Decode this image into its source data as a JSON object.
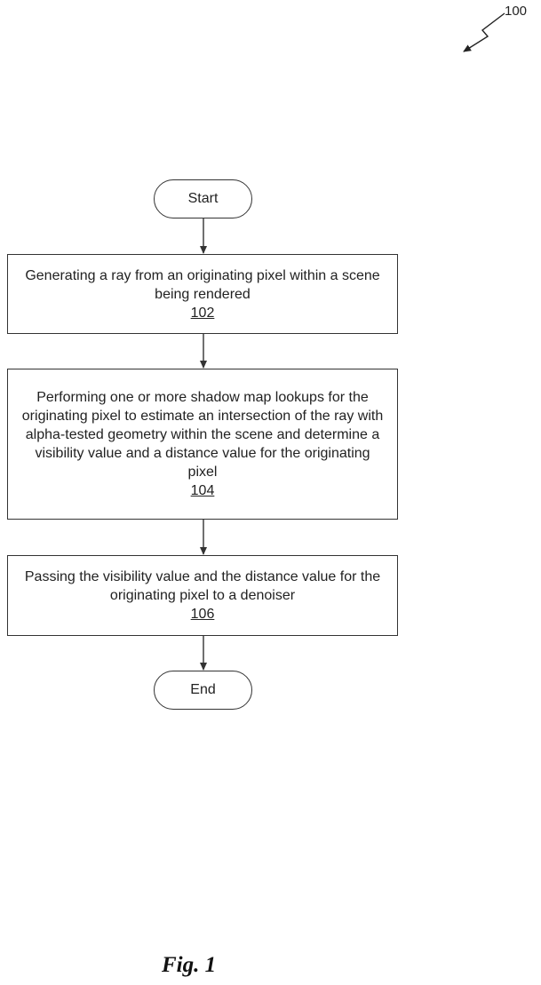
{
  "figure": {
    "reference_numeral": "100",
    "caption": "Fig. 1"
  },
  "flowchart": {
    "start_label": "Start",
    "end_label": "End",
    "steps": [
      {
        "text": "Generating a ray from an originating pixel within a scene being rendered",
        "number": "102"
      },
      {
        "text": "Performing one or more shadow map lookups for the originating pixel to estimate an intersection of the ray with alpha-tested geometry within the scene and determine a visibility value and a distance value for the originating pixel",
        "number": "104"
      },
      {
        "text": "Passing the visibility value and the distance value for the originating pixel to a denoiser",
        "number": "106"
      }
    ]
  }
}
